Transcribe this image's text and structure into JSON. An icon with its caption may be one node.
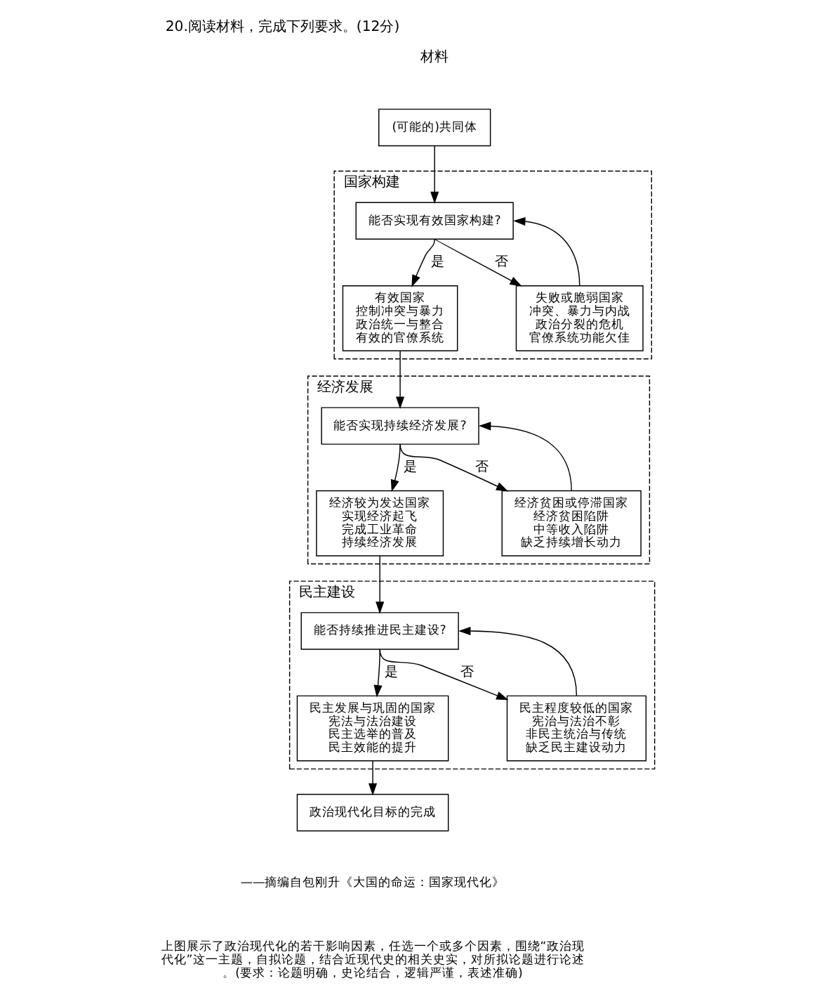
{
  "diagram": {
    "title": "20.阅读材料，完成下列要求。(12分)",
    "nodes": [
      {
        "text": [
          "(可能的)共同体"
        ]
      },
      {
        "text": [
          "国家构建"
        ]
      },
      {
        "text": [
          "能否实现有效国家构建?"
        ],
        "in": 1
      },
      {
        "text": [
          "有效国家",
          "控制冲突与暴力",
          "政治统一与整合",
          "有效的官僚系统"
        ],
        "in": 1
      },
      {
        "text": [
          "失败或脆弱国家",
          "冲突、暴力与内战",
          "政治分裂的危机",
          "官僚系统功能欠佳"
        ],
        "in": 1
      },
      {
        "text": [
          "经济发展"
        ]
      },
      {
        "text": [
          "能否实现持续经济发展?"
        ],
        "in": 5
      },
      {
        "text": [
          "经济较为发达国家",
          "实现经济起飞",
          "完成工业革命",
          "持续经济发展"
        ],
        "in": 5
      },
      {
        "text": [
          "经济贫困或停滞国家",
          "经济贫困陷阱",
          "中等收入陷阱",
          "缺乏持续增长动力"
        ],
        "in": 5
      },
      {
        "text": [
          "民主建设"
        ]
      },
      {
        "text": [
          "能否持续推进民主建设?"
        ],
        "in": 9
      },
      {
        "text": [
          "民主发展与巩固的国家",
          "宪法与法治建设",
          "民主选举的普及",
          "民主效能的提升"
        ],
        "in": 9
      },
      {
        "text": [
          "民主程度较低的国家",
          "宪治与法治不彰",
          "非民主统治与传统",
          "缺乏民主建设动力"
        ],
        "in": 9
      },
      {
        "text": [
          "政治现代化目标的完成"
        ]
      }
    ],
    "edges": [
      {
        "from": 0,
        "to": 2,
        "arrow": "to"
      },
      {
        "from": 2,
        "to": 3,
        "arrow": "to",
        "label": "是"
      },
      {
        "from": 2,
        "to": 4,
        "arrow": "to",
        "label": "否"
      },
      {
        "from": 4,
        "to": 2,
        "arrow": "to"
      },
      {
        "from": 3,
        "to": 6,
        "arrow": "to"
      },
      {
        "from": 6,
        "to": 7,
        "arrow": "to",
        "label": "是"
      },
      {
        "from": 6,
        "to": 8,
        "arrow": "to",
        "label": "否"
      },
      {
        "from": 8,
        "to": 6,
        "arrow": "to"
      },
      {
        "from": 7,
        "to": 10,
        "arrow": "to"
      },
      {
        "from": 10,
        "to": 11,
        "arrow": "to",
        "label": "是"
      },
      {
        "from": 10,
        "to": 12,
        "arrow": "to",
        "label": "否"
      },
      {
        "from": 12,
        "to": 10,
        "arrow": "to"
      },
      {
        "from": 11,
        "to": 13,
        "arrow": "to"
      }
    ],
    "labels": [
      "材料",
      "——摘编自包刚升《大国的命运：国家现代化》",
      "上图展示了政治现代化的若干影响因素，任选一个或多个因素，围绕“政治现代化”这一主题，自拟论题，结合近现代史的相关史实，对所拟论题进行论述。(要求：论题明确，史论结合，逻辑严谨，表述准确)"
    ]
  }
}
